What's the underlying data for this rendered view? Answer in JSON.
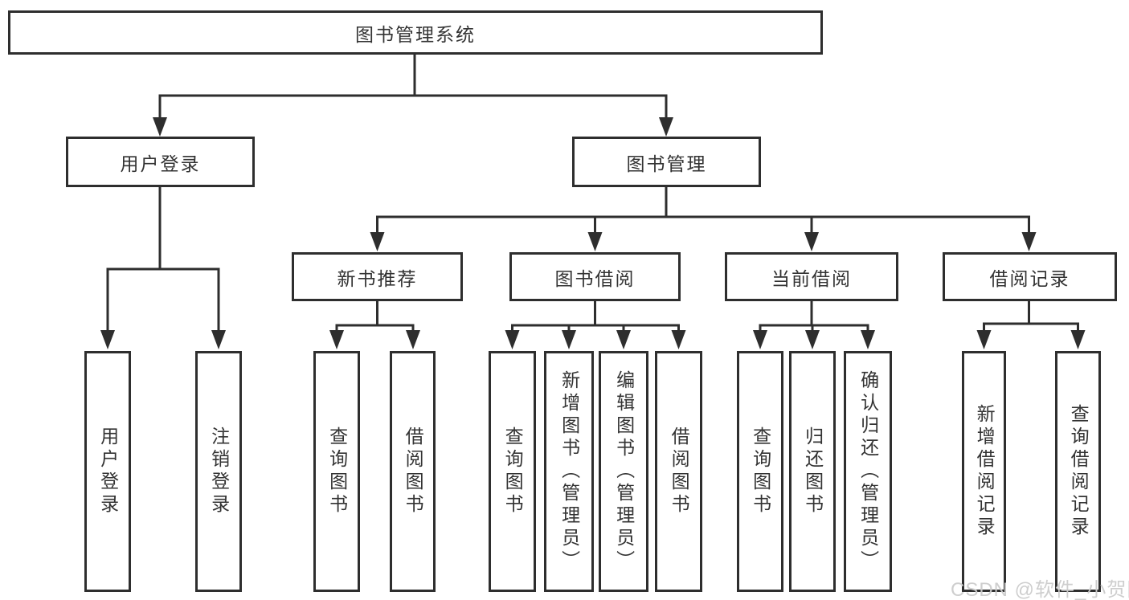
{
  "diagram": {
    "type": "hierarchy-tree",
    "root": {
      "label": "图书管理系统"
    },
    "branches": [
      {
        "label": "用户登录",
        "children": [
          {
            "label": "用户登录"
          },
          {
            "label": "注销登录"
          }
        ]
      },
      {
        "label": "图书管理",
        "children": [
          {
            "label": "新书推荐",
            "children": [
              {
                "label": "查询图书"
              },
              {
                "label": "借阅图书"
              }
            ]
          },
          {
            "label": "图书借阅",
            "children": [
              {
                "label": "查询图书"
              },
              {
                "label": "新增图书（管理员）"
              },
              {
                "label": "编辑图书（管理员）"
              },
              {
                "label": "借阅图书"
              }
            ]
          },
          {
            "label": "当前借阅",
            "children": [
              {
                "label": "查询图书"
              },
              {
                "label": "归还图书"
              },
              {
                "label": "确认归还（管理员）"
              }
            ]
          },
          {
            "label": "借阅记录",
            "children": [
              {
                "label": "新增借阅记录"
              },
              {
                "label": "查询借阅记录"
              }
            ]
          }
        ]
      }
    ]
  },
  "watermark": {
    "text": "CSDN @软件_小贺同学",
    "color": "#cbcbcb"
  },
  "colors": {
    "background": "#ffffff",
    "line": "#2e2e2e",
    "box_border": "#2e2e2e",
    "text": "#333333"
  }
}
